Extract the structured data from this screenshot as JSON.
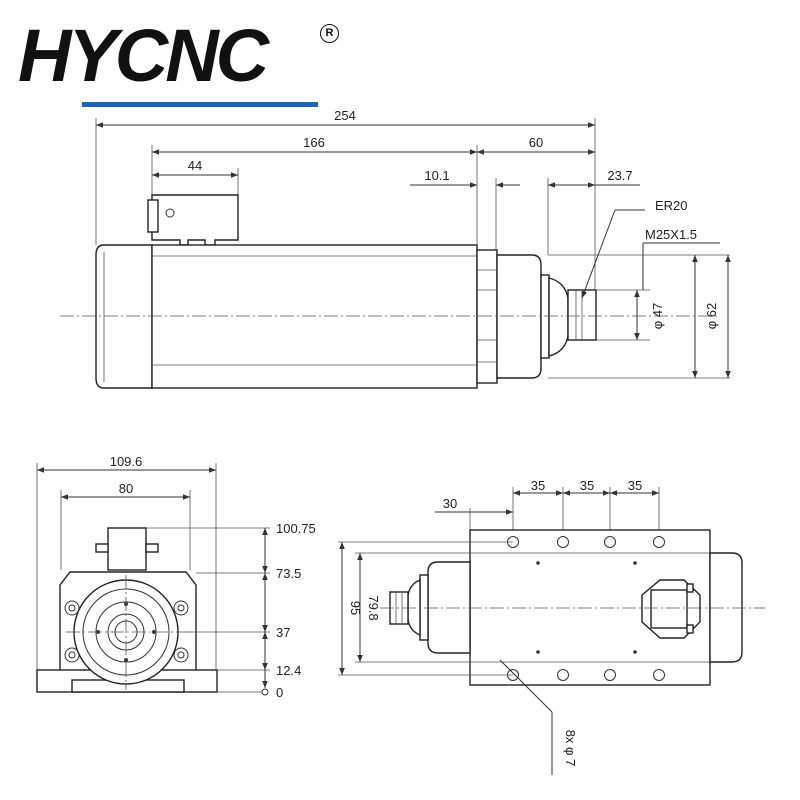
{
  "brand": {
    "logo_text": "HYCNC",
    "registered_mark": "R",
    "accent_color": "#1e64b4"
  },
  "side_view": {
    "dim_overall": "254",
    "dim_body": "166",
    "dim_flange": "60",
    "dim_box": "44",
    "dim_step": "10.1",
    "dim_nose": "23.7",
    "label_collet": "ER20",
    "label_thread": "M25X1.5",
    "dim_nose_dia": "φ 47",
    "dim_flange_dia": "φ 62"
  },
  "front_view": {
    "dim_width": "109.6",
    "dim_mount": "80",
    "height_top": "100.75",
    "height_upper": "73.5",
    "height_center": "37",
    "height_base": "12.4",
    "height_zero": "0"
  },
  "top_view": {
    "dim_first": "30",
    "dim_pitch_1": "35",
    "dim_pitch_2": "35",
    "dim_pitch_3": "35",
    "dim_outer": "95",
    "dim_inner": "79.8",
    "hole_label": "8x φ 7"
  }
}
